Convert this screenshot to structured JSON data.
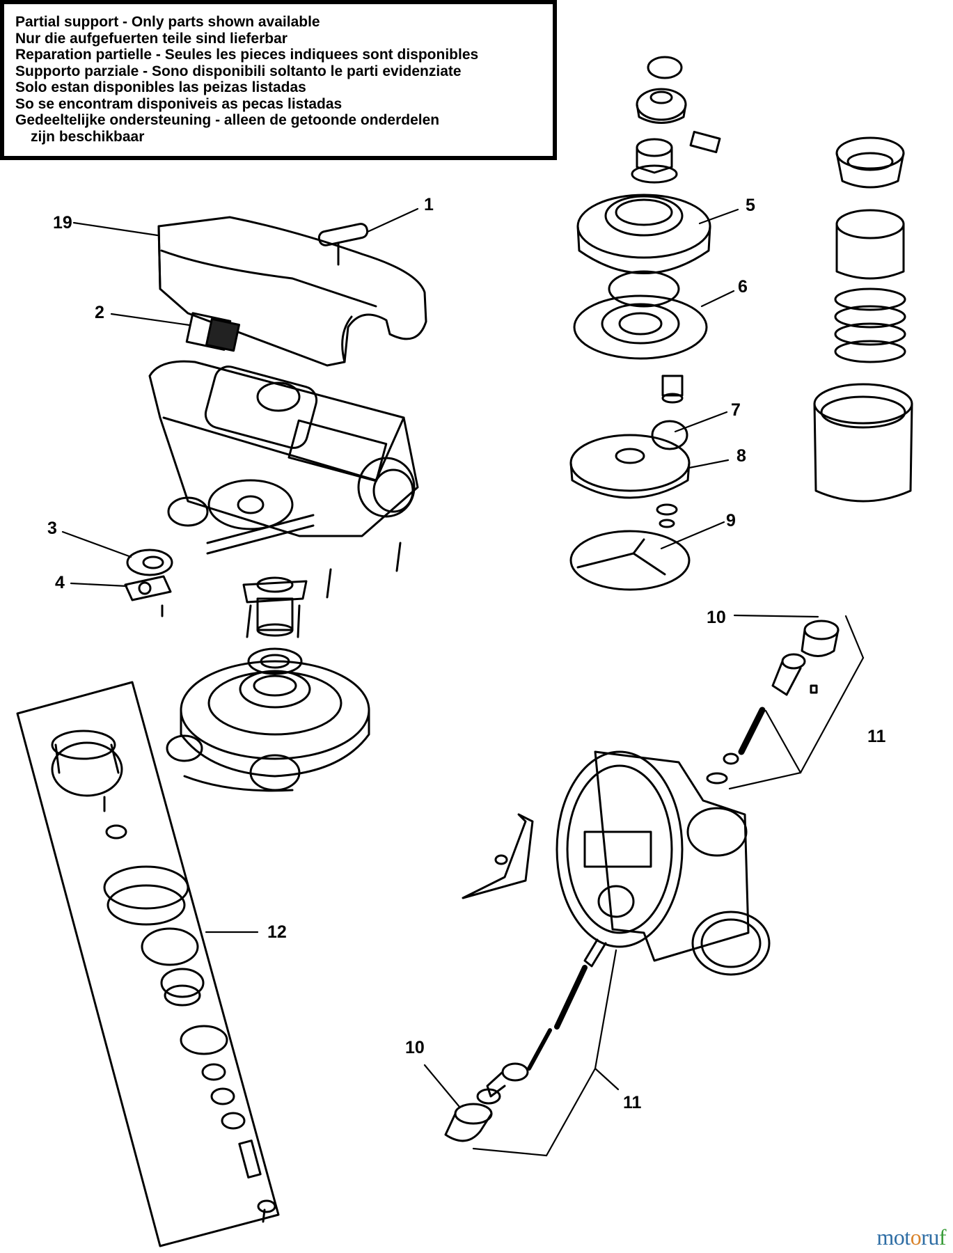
{
  "notice": {
    "lines": [
      "Partial support - Only parts shown available",
      "Nur die aufgefuerten teile sind lieferbar",
      "Reparation partielle - Seules les pieces indiquees sont disponibles",
      "Supporto parziale - Sono disponibili soltanto le parti evidenziate",
      "Solo estan disponibles las peizas listadas",
      "So se encontram disponiveis as pecas listadas",
      "Gedeeltelijke ondersteuning - alleen de getoonde onderdelen",
      "zijn beschikbaar"
    ]
  },
  "callouts": {
    "c1": "1",
    "c2": "2",
    "c3": "3",
    "c4": "4",
    "c5": "5",
    "c6": "6",
    "c7": "7",
    "c8": "8",
    "c9": "9",
    "c10a": "10",
    "c10b": "10",
    "c11a": "11",
    "c11b": "11",
    "c12": "12",
    "c19": "19"
  },
  "watermark": {
    "text": "motoruf",
    "letter_colors": [
      "#2e6da4",
      "#2e6da4",
      "#2e6da4",
      "#d9832b",
      "#2e6da4",
      "#2e6da4",
      "#3a9d3a"
    ]
  }
}
